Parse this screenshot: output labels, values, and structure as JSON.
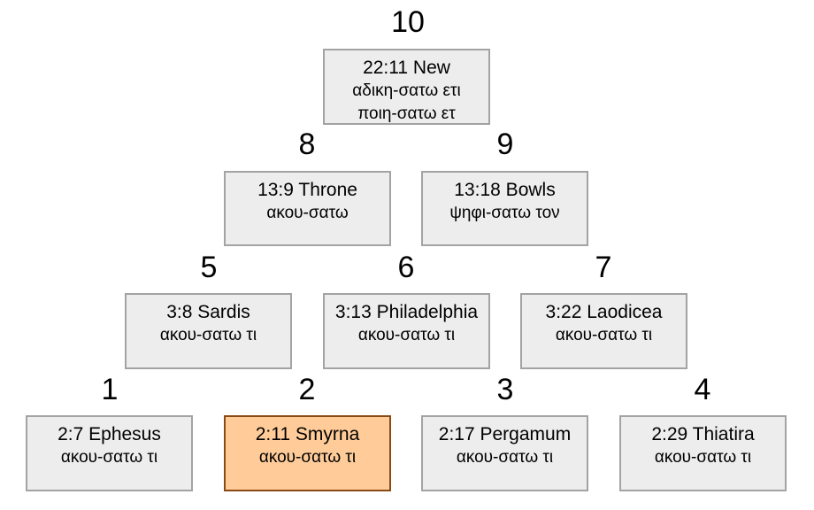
{
  "nodes": [
    {
      "number": "10",
      "ref": "22:11 New",
      "greek": [
        "αδικη-σατω ετι",
        "ποιη-σατω ετ"
      ],
      "highlight": false
    },
    {
      "number": "8",
      "ref": "13:9 Throne",
      "greek": [
        "ακου-σατω"
      ],
      "highlight": false
    },
    {
      "number": "9",
      "ref": "13:18 Bowls",
      "greek": [
        "ψηφι-σατω τον"
      ],
      "highlight": false
    },
    {
      "number": "5",
      "ref": "3:8 Sardis",
      "greek": [
        "ακου-σατω τι"
      ],
      "highlight": false
    },
    {
      "number": "6",
      "ref": "3:13 Philadelphia",
      "greek": [
        "ακου-σατω τι"
      ],
      "highlight": false
    },
    {
      "number": "7",
      "ref": "3:22 Laodicea",
      "greek": [
        "ακου-σατω τι"
      ],
      "highlight": false
    },
    {
      "number": "1",
      "ref": "2:7 Ephesus",
      "greek": [
        "ακου-σατω τι"
      ],
      "highlight": false
    },
    {
      "number": "2",
      "ref": "2:11 Smyrna",
      "greek": [
        "ακου-σατω τι"
      ],
      "highlight": true
    },
    {
      "number": "3",
      "ref": "2:17 Pergamum",
      "greek": [
        "ακου-σατω τι"
      ],
      "highlight": false
    },
    {
      "number": "4",
      "ref": "2:29 Thiatira",
      "greek": [
        "ακου-σατω τι"
      ],
      "highlight": false
    }
  ],
  "colors": {
    "box_fill": "#ededed",
    "box_border": "#a3a3a3",
    "highlight_fill": "#ffcc99",
    "highlight_border": "#8a4a16"
  }
}
